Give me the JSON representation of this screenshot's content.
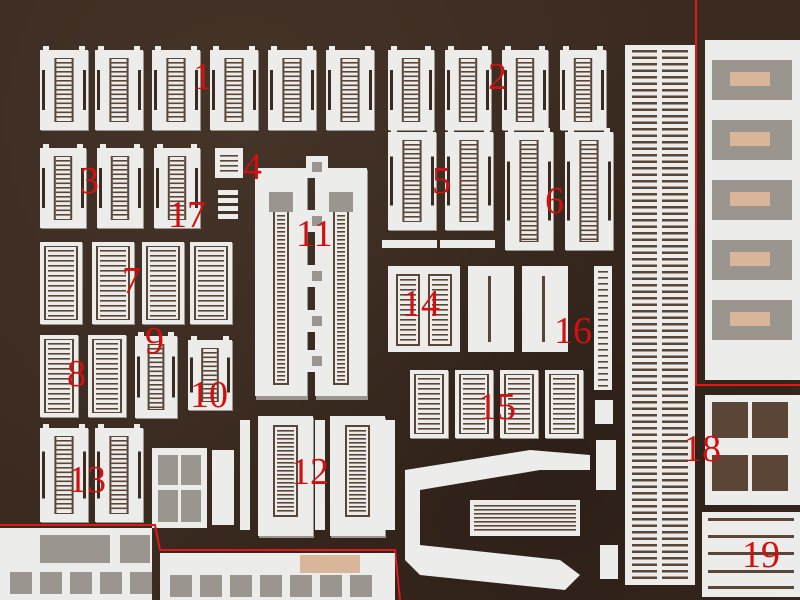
{
  "palette": {
    "background": "#3a2a20",
    "part": "#ececea",
    "part_shadow": "#9a958e",
    "rung": "#5a4536",
    "label": "#d11010",
    "frame_line": "#e01818",
    "tan_detail": "#d9b59a"
  },
  "labels": [
    "1",
    "2",
    "3",
    "4",
    "5",
    "6",
    "7",
    "8",
    "9",
    "10",
    "11",
    "12",
    "13",
    "14",
    "15",
    "16",
    "17",
    "18",
    "19"
  ]
}
